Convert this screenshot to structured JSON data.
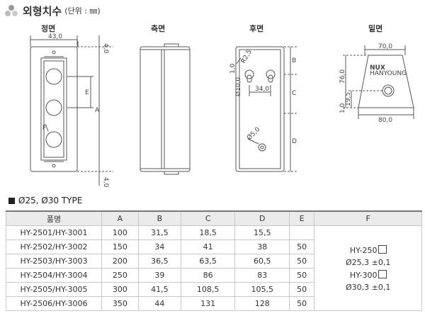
{
  "header": {
    "title": "외형치수",
    "unit_note": "(단위 : ㎜)"
  },
  "views": {
    "front": "정면",
    "side": "측면",
    "back": "후면",
    "bottom": "밑면"
  },
  "dims": {
    "front": {
      "width": "43,0",
      "top": "4,0",
      "bottom": "4,0",
      "A": "A",
      "E": "E",
      "F": "F"
    },
    "back": {
      "r": "R2,5",
      "d1": "1,0",
      "d2": "Ø10,0",
      "pitch": "34,0",
      "hole": "Ø5,0",
      "B": "B",
      "C": "C",
      "D": "D"
    },
    "bottom": {
      "w_top": "70,0",
      "w_bot": "80,0",
      "h_total": "76,0",
      "h_hole": "19,5",
      "h_base": "1,0",
      "logo_main": "NUX",
      "logo_sub": "HANYOUNG"
    }
  },
  "type_header": "Ø25, Ø30 TYPE",
  "table": {
    "columns": [
      "품명",
      "A",
      "B",
      "C",
      "D",
      "E",
      "F"
    ],
    "rows": [
      [
        "HY-2501/HY-3001",
        "100",
        "31,5",
        "18,5",
        "15,5",
        ""
      ],
      [
        "HY-2502/HY-3002",
        "150",
        "34",
        "41",
        "38",
        "50"
      ],
      [
        "HY-2503/HY-3003",
        "200",
        "36,5",
        "63,5",
        "60,5",
        "50"
      ],
      [
        "HY-2504/HY-3004",
        "250",
        "39",
        "86",
        "83",
        "50"
      ],
      [
        "HY-2505/HY-3005",
        "300",
        "41,5",
        "108,5",
        "105,5",
        "50"
      ],
      [
        "HY-2506/HY-3006",
        "350",
        "44",
        "131",
        "128",
        "50"
      ]
    ],
    "f_lines": [
      "HY-250",
      "Ø25,3 ±0,1",
      "HY-300",
      "Ø30,3 ±0,1"
    ]
  }
}
